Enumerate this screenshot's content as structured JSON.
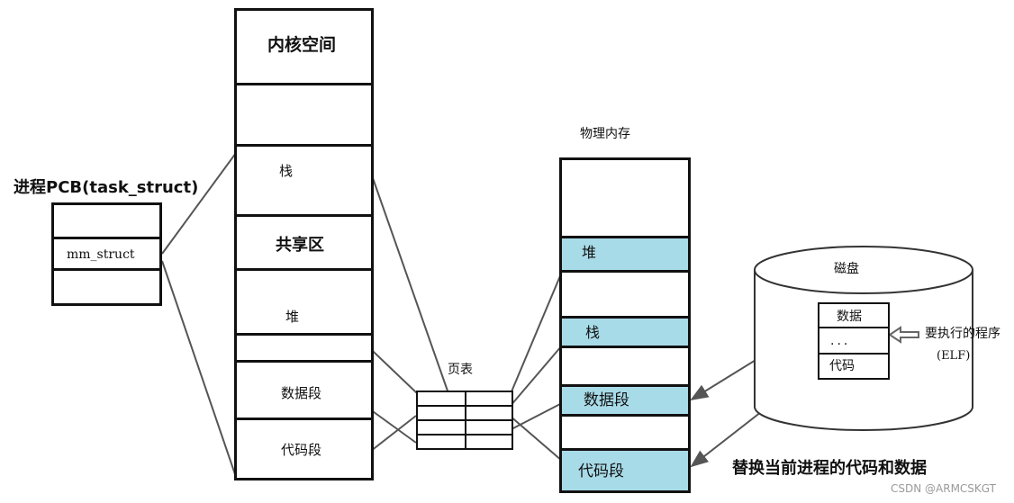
{
  "pcb": {
    "title": "进程PCB(task_struct)",
    "field": "mm_struct"
  },
  "virtual_space": {
    "kernel": "内核空间",
    "stack": "栈",
    "shared": "共享区",
    "heap": "堆",
    "data": "数据段",
    "code": "代码段"
  },
  "page_table": {
    "title": "页表"
  },
  "physical_memory": {
    "title": "物理内存",
    "heap": "堆",
    "stack": "栈",
    "data": "数据段",
    "code": "代码段"
  },
  "disk": {
    "title": "磁盘",
    "data": "数据",
    "ellipsis": "...",
    "code": "代码",
    "program_label": "要执行的程序",
    "program_sub": "(ELF)"
  },
  "caption": "替换当前进程的代码和数据",
  "watermark": "CSDN @ARMCSKGT",
  "colors": {
    "band": "#a8dbe8",
    "line": "#111111",
    "connector": "#555555"
  }
}
